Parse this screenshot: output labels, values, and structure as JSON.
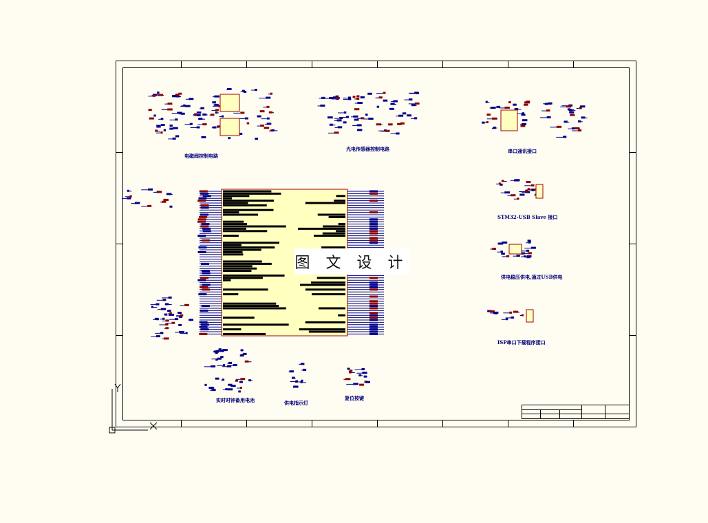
{
  "watermark": "图 文 设 计",
  "colors": {
    "background": "#fffdf2",
    "frame": "#000000",
    "wire": "#00008b",
    "power": "#8b0000",
    "chip_fill": "#ffffc0",
    "chip_border": "#a00000"
  },
  "blocks": [
    {
      "id": "valve",
      "label": "电磁阀控制电路"
    },
    {
      "id": "sensor",
      "label": "光电传感器控制电路"
    },
    {
      "id": "uart",
      "label": "串口通讯接口"
    },
    {
      "id": "usb",
      "label": "STM32-USB Slave 接口"
    },
    {
      "id": "power",
      "label": "供电稳压供电,通过USB供电"
    },
    {
      "id": "isp",
      "label": "ISP串口下载程序接口"
    },
    {
      "id": "rtc",
      "label": "实时时钟备用电池"
    },
    {
      "id": "led",
      "label": "供电指示灯"
    },
    {
      "id": "reset",
      "label": "复位按键"
    }
  ],
  "ucs_icon": {
    "x_label": "X",
    "y_label": "Y"
  }
}
